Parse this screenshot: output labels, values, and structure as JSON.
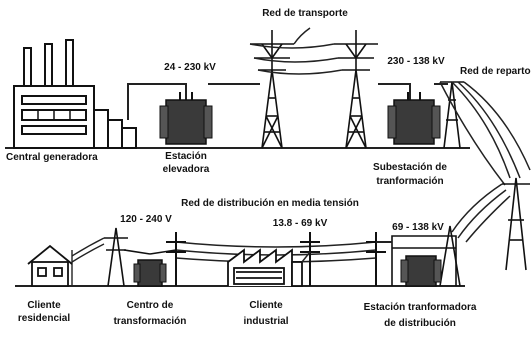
{
  "labels": {
    "transport_network": "Red de transporte",
    "voltage_step_up": "24 - 230 kV",
    "voltage_subst": "230 - 138 kV",
    "distribution_net_label": "Red de reparto",
    "generating_plant": "Central generadora",
    "step_up_station": [
      "Estación",
      "elevadora"
    ],
    "substation": [
      "Subestación de",
      "tranformación"
    ],
    "medium_voltage_network": "Red de distribución en media tensión",
    "voltage_low": "120 - 240 V",
    "voltage_medium": "13.8 - 69 kV",
    "voltage_dist": "69 - 138 kV",
    "residential_client": [
      "Cliente",
      "residencial"
    ],
    "transformation_center": [
      "Centro de",
      "transformación"
    ],
    "industrial_client": [
      "Cliente",
      "industrial"
    ],
    "distribution_station": [
      "Estación tranformadora",
      "de distribución"
    ]
  },
  "colors": {
    "ink": "#111111",
    "transformer": "#3a3a3a",
    "line": "#222222"
  }
}
